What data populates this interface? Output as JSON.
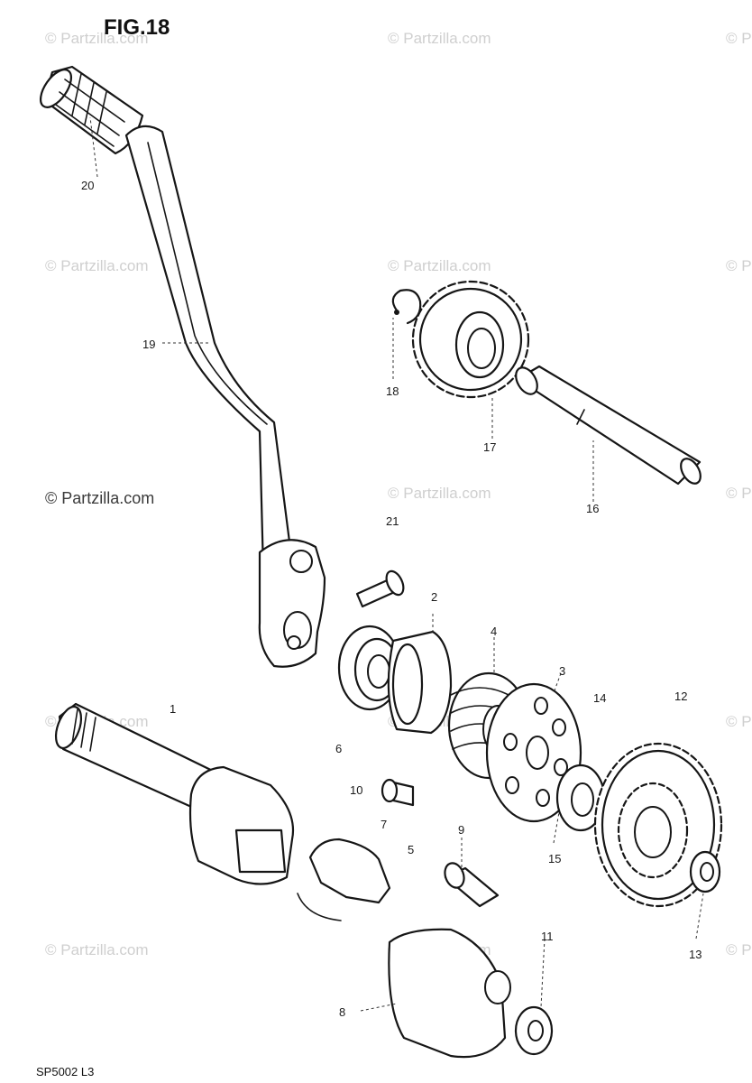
{
  "figure": {
    "title": "FIG.18",
    "code": "SP5002 L3"
  },
  "watermark": {
    "text": "© Partzilla.com"
  },
  "callouts": [
    {
      "id": "c20",
      "text": "20"
    },
    {
      "id": "c19",
      "text": "19"
    },
    {
      "id": "c18",
      "text": "18"
    },
    {
      "id": "c17",
      "text": "17"
    },
    {
      "id": "c16",
      "text": "16"
    },
    {
      "id": "c21",
      "text": "21"
    },
    {
      "id": "c2",
      "text": "2"
    },
    {
      "id": "c4",
      "text": "4"
    },
    {
      "id": "c3",
      "text": "3"
    },
    {
      "id": "c14",
      "text": "14"
    },
    {
      "id": "c12",
      "text": "12"
    },
    {
      "id": "c1",
      "text": "1"
    },
    {
      "id": "c6",
      "text": "6"
    },
    {
      "id": "c10",
      "text": "10"
    },
    {
      "id": "c7",
      "text": "7"
    },
    {
      "id": "c5",
      "text": "5"
    },
    {
      "id": "c9",
      "text": "9"
    },
    {
      "id": "c15",
      "text": "15"
    },
    {
      "id": "c13",
      "text": "13"
    },
    {
      "id": "c11",
      "text": "11"
    },
    {
      "id": "c8",
      "text": "8"
    }
  ]
}
